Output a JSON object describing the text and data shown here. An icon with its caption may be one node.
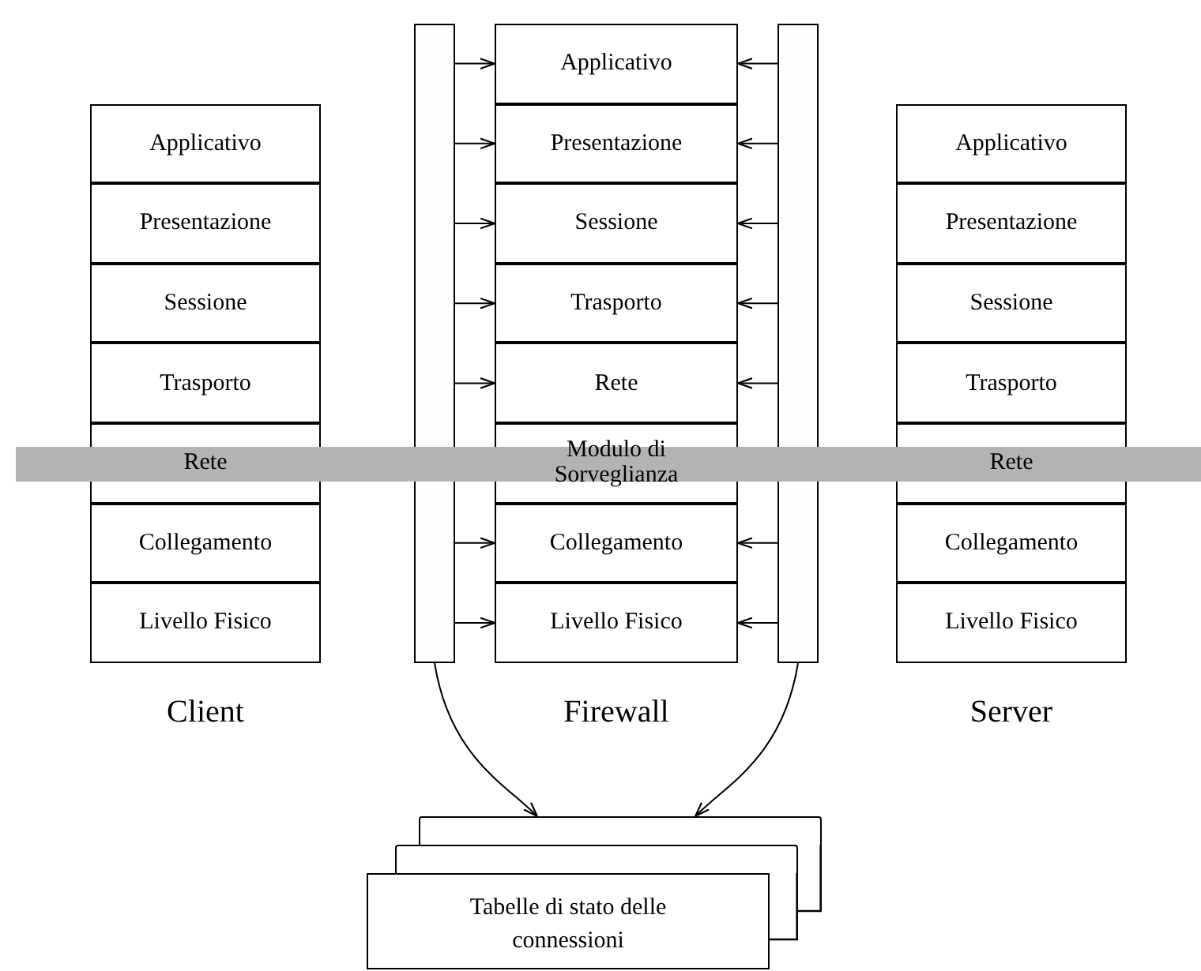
{
  "diagram": {
    "nodes": [
      {
        "text": [
          "Applicativo"
        ]
      },
      {
        "text": [
          "Presentazione"
        ]
      },
      {
        "text": [
          "Sessione"
        ]
      },
      {
        "text": [
          "Trasporto"
        ]
      },
      {
        "text": [
          "Rete"
        ]
      },
      {
        "text": [
          "Collegamento"
        ]
      },
      {
        "text": [
          "Livello Fisico"
        ]
      },
      {
        "text": [],
        "shape": "bar"
      },
      {
        "text": [
          "Applicativo"
        ]
      },
      {
        "text": [
          "Presentazione"
        ]
      },
      {
        "text": [
          "Sessione"
        ]
      },
      {
        "text": [
          "Trasporto"
        ]
      },
      {
        "text": [
          "Rete"
        ]
      },
      {
        "text": [
          "Modulo di Sorveglianza"
        ]
      },
      {
        "text": [
          "Collegamento"
        ]
      },
      {
        "text": [
          "Livello Fisico"
        ]
      },
      {
        "text": [],
        "shape": "bar"
      },
      {
        "text": [
          "Applicativo"
        ]
      },
      {
        "text": [
          "Presentazione"
        ]
      },
      {
        "text": [
          "Sessione"
        ]
      },
      {
        "text": [
          "Trasporto"
        ]
      },
      {
        "text": [
          "Rete"
        ]
      },
      {
        "text": [
          "Collegamento"
        ]
      },
      {
        "text": [
          "Livello Fisico"
        ]
      },
      {
        "text": [],
        "shape": "box"
      },
      {
        "text": [],
        "shape": "box"
      },
      {
        "text": [
          "Tabelle di stato delle connessioni"
        ]
      }
    ],
    "edges": [
      {
        "from": 7,
        "to": 8,
        "arrow": "to"
      },
      {
        "from": 7,
        "to": 9,
        "arrow": "to"
      },
      {
        "from": 7,
        "to": 10,
        "arrow": "to"
      },
      {
        "from": 7,
        "to": 11,
        "arrow": "to"
      },
      {
        "from": 7,
        "to": 12,
        "arrow": "to"
      },
      {
        "from": 7,
        "to": 14,
        "arrow": "to"
      },
      {
        "from": 7,
        "to": 15,
        "arrow": "to"
      },
      {
        "from": 16,
        "to": 8,
        "arrow": "to"
      },
      {
        "from": 16,
        "to": 9,
        "arrow": "to"
      },
      {
        "from": 16,
        "to": 10,
        "arrow": "to"
      },
      {
        "from": 16,
        "to": 11,
        "arrow": "to"
      },
      {
        "from": 16,
        "to": 12,
        "arrow": "to"
      },
      {
        "from": 16,
        "to": 14,
        "arrow": "to"
      },
      {
        "from": 16,
        "to": 15,
        "arrow": "to"
      },
      {
        "from": 7,
        "to": 24,
        "arrow": "to"
      },
      {
        "from": 16,
        "to": 24,
        "arrow": "to"
      }
    ],
    "labels": [
      "Client",
      "Firewall",
      "Server"
    ]
  }
}
